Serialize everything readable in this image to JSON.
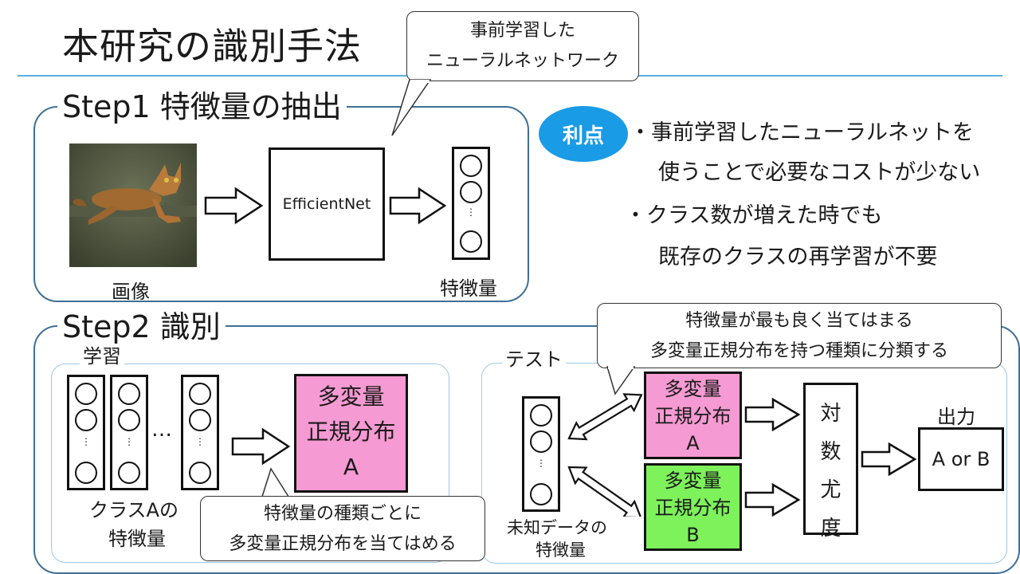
{
  "title": "本研究の識別手法",
  "step1": {
    "heading": "Step1 特徴量の抽出",
    "image_label": "画像",
    "network_label": "EfficientNet",
    "feature_label": "特徴量",
    "callout_line1": "事前学習した",
    "callout_line2": "ニューラルネットワーク"
  },
  "merit": {
    "badge": "利点",
    "lines": [
      "・事前学習したニューラルネットを",
      "使うことで必要なコストが少ない",
      "・クラス数が増えた時でも",
      "既存のクラスの再学習が不要"
    ]
  },
  "step2": {
    "heading": "Step2 識別",
    "train": {
      "label": "学習",
      "ellipsis": "…",
      "feature_label_line1": "クラスAの",
      "feature_label_line2": "特徴量",
      "dist_line1": "多変量",
      "dist_line2": "正規分布",
      "dist_line3": "A",
      "callout_line1": "特徴量の種類ごとに",
      "callout_line2": "多変量正規分布を当てはめる"
    },
    "test": {
      "label": "テスト",
      "callout_line1": "特徴量が最も良く当てはまる",
      "callout_line2": "多変量正規分布を持つ種類に分類する",
      "feature_label_line1": "未知データの",
      "feature_label_line2": "特徴量",
      "dist_a": [
        "多変量",
        "正規分布",
        "A"
      ],
      "dist_b": [
        "多変量",
        "正規分布",
        "B"
      ],
      "likelihood": [
        "対",
        "数",
        "尤",
        "度"
      ],
      "output_label": "出力",
      "output_value": "A or B"
    }
  },
  "colors": {
    "accent_blue": "#1a9be6",
    "rule_blue": "#5aaee0",
    "pink": "#f59ad2",
    "green": "#7df25a"
  }
}
